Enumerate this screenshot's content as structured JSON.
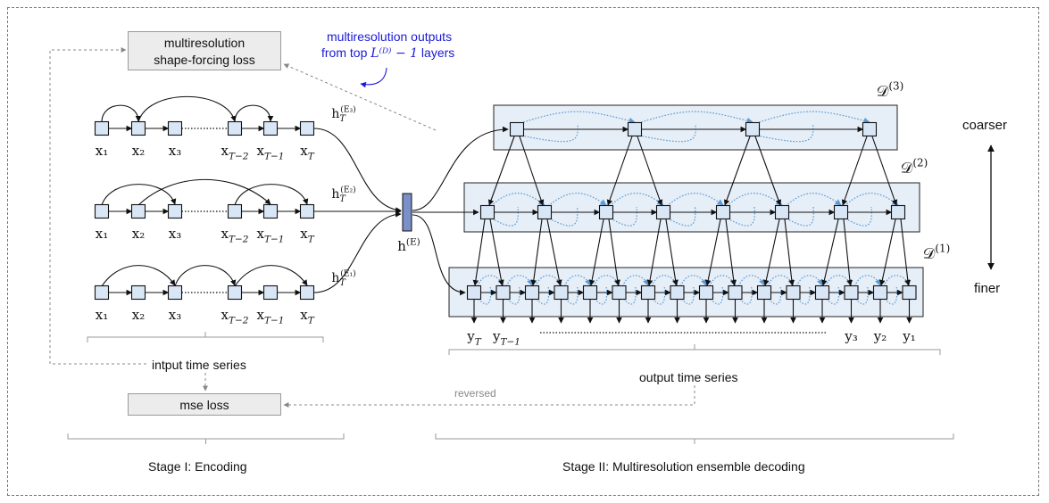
{
  "boxes": {
    "shape_loss_line1": "multiresolution",
    "shape_loss_line2": "shape-forcing loss",
    "mse_loss": "mse loss"
  },
  "annotation": {
    "top_line1": "multiresolution outputs",
    "top_line2_prefix": "from top",
    "top_line2_math": "L⁽ᴰ⁾ − 1",
    "top_line2_suffix": "layers",
    "color": "#1a1ad6"
  },
  "encoder": {
    "rows": [
      {
        "labels": [
          "x₁",
          "x₂",
          "x₃",
          "x_{T−2}",
          "x_{T−1}",
          "x_T"
        ],
        "hidden": "h_T^{(E₃)}"
      },
      {
        "labels": [
          "x₁",
          "x₂",
          "x₃",
          "x_{T−2}",
          "x_{T−1}",
          "x_T"
        ],
        "hidden": "h_T^{(E₂)}"
      },
      {
        "labels": [
          "x₁",
          "x₂",
          "x₃",
          "x_{T−2}",
          "x_{T−1}",
          "x_T"
        ],
        "hidden": "h_T^{(E₁)}"
      }
    ],
    "merge_label": "h^{(E)}",
    "input_label": "intput time series"
  },
  "decoder": {
    "layers": [
      "𝒟^{(3)}",
      "𝒟^{(2)}",
      "𝒟^{(1)}"
    ],
    "output_labels_left": [
      "y_T",
      "y_{T−1}"
    ],
    "output_labels_right": [
      "y₃",
      "y₂",
      "y₁"
    ],
    "output_label": "output time series",
    "reversed_label": "reversed"
  },
  "scale": {
    "top": "coarser",
    "bottom": "finer"
  },
  "stages": {
    "stage1": "Stage I: Encoding",
    "stage2": "Stage II: Multiresolution ensemble decoding"
  },
  "colors": {
    "node_fill": "#d9e6f5",
    "panel_fill": "#e6eef7",
    "merge_fill": "#7b8fc9",
    "dotted_blue": "#5b9bd5"
  }
}
